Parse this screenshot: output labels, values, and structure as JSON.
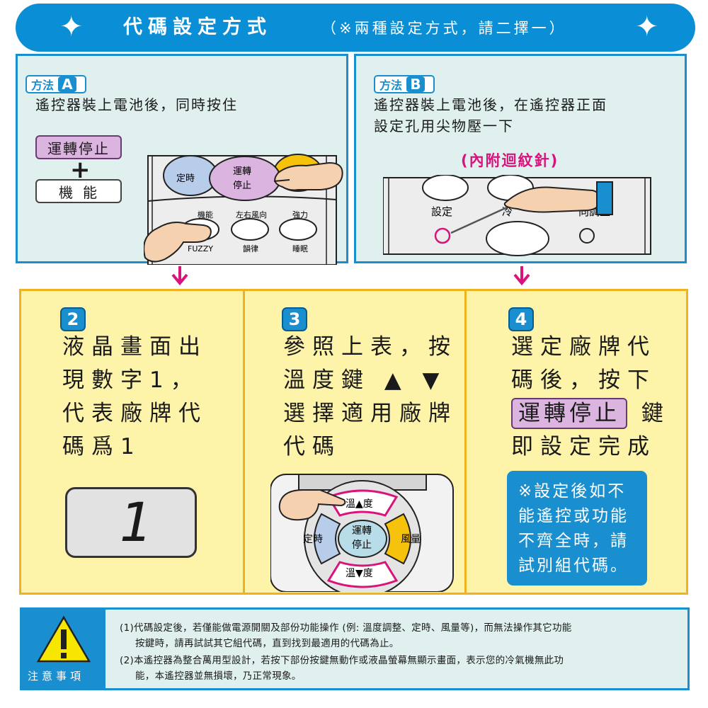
{
  "header": {
    "title": "代碼設定方式",
    "note": "（※兩種設定方式，請二擇一）"
  },
  "method_a": {
    "badge_text": "方法",
    "badge_letter": "A",
    "instruction": "遙控器裝上電池後，同時按住",
    "button_run_stop": "運轉停止",
    "plus": "+",
    "button_function": "機能",
    "remote_labels": {
      "timer": "定時",
      "run": "運轉",
      "stop": "停止",
      "function": "機能",
      "swing": "左右風向",
      "strong": "強力",
      "fuzzy": "FUZZY",
      "rhythm": "韻律",
      "sleep": "睡眠"
    }
  },
  "method_b": {
    "badge_text": "方法",
    "badge_letter": "B",
    "instruction_line1": "遙控器裝上電池後，在遙控器正面",
    "instruction_line2": "設定孔用尖物壓一下",
    "needle_note": "(內附迴紋針)",
    "remote_labels": {
      "setting": "設定",
      "cold": "冷",
      "adjust": "向調整"
    }
  },
  "steps": [
    {
      "number": "2",
      "lines": [
        "液晶畫面出",
        "現數字1，",
        "代表廠牌代",
        "碼爲1"
      ],
      "lcd_value": "1"
    },
    {
      "number": "3",
      "lines": [
        "參照上表，按",
        "溫度鍵 ▲ ▼",
        "選擇適用廠牌",
        "代碼"
      ],
      "remote_labels": {
        "temp_up": "溫▲度",
        "timer": "定時",
        "run": "運轉",
        "stop": "停止",
        "fan": "風量",
        "temp_down": "溫▼度"
      }
    },
    {
      "number": "4",
      "lines": [
        "選定廠牌代",
        "碼後，按下"
      ],
      "pill": "運轉停止",
      "pill_suffix": "鍵",
      "last_line": "即設定完成",
      "note_lines": [
        "※設定後如不",
        "能遙控或功能",
        "不齊全時，請",
        "試別組代碼。"
      ]
    }
  ],
  "caution": {
    "label": "注意事項",
    "line1": "(1)代碼設定後，若僅能做電源開關及部份功能操作 (例: 溫度調整、定時、風量等)，而無法操作其它功能",
    "line2": "按鍵時，請再試試其它組代碼，直到找到最適用的代碼為止。",
    "line3": "(2)本遙控器為整合萬用型設計，若按下部份按鍵無動作或液晶螢幕無顯示畫面，表示您的冷氣機無此功",
    "line4": "能，本遙控器並無損壞，乃正常現象。"
  },
  "colors": {
    "blue": "#1a8fd0",
    "banner": "#0a8fd6",
    "pink_pill": "#dbb4df",
    "magenta_arrow": "#d8147c",
    "yellow_panel": "#fdf3a9",
    "yellow_border": "#f0b21f",
    "light_panel": "#dff0ee"
  },
  "icons": [
    "star-icon",
    "down-arrow-icon",
    "warning-triangle-icon",
    "hand-pointer-icon",
    "needle-hand-icon"
  ]
}
